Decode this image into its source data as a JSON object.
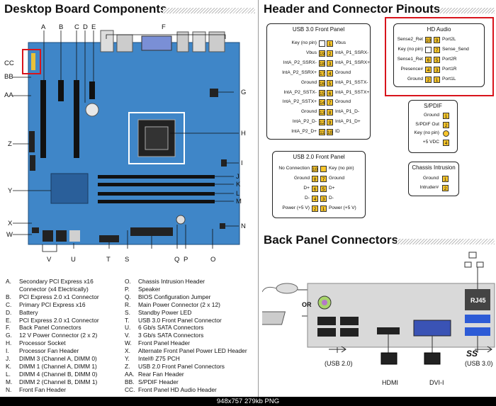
{
  "titles": {
    "desktop": "Desktop Board Components",
    "pinouts": "Header and Connector Pinouts",
    "back_panel": "Back Panel Connectors"
  },
  "board_letters": {
    "A": "A",
    "B": "B",
    "C": "C",
    "D": "D",
    "E": "E",
    "F": "F",
    "G": "G",
    "H": "H",
    "I": "I",
    "J": "J",
    "K": "K",
    "L": "L",
    "M": "M",
    "N": "N",
    "O": "O",
    "P": "P",
    "Q": "Q",
    "S": "S",
    "T": "T",
    "U": "U",
    "V": "V",
    "W": "W",
    "X": "X",
    "Y": "Y",
    "Z": "Z",
    "AA": "AA",
    "BB": "BB",
    "CC": "CC"
  },
  "legend_left": [
    {
      "k": "A.",
      "v": "Secondary PCI Express x16"
    },
    {
      "k": "",
      "v": "Connector (x4 Electrically)"
    },
    {
      "k": "B.",
      "v": "PCI Express 2.0 x1 Connector"
    },
    {
      "k": "C.",
      "v": "Primary PCI Express x16"
    },
    {
      "k": "D.",
      "v": "Battery"
    },
    {
      "k": "E.",
      "v": "PCI Express 2.0 x1 Connector"
    },
    {
      "k": "F.",
      "v": "Back Panel Connectors"
    },
    {
      "k": "G.",
      "v": "12 V Power Connector (2 x 2)"
    },
    {
      "k": "H.",
      "v": "Processor Socket"
    },
    {
      "k": "I.",
      "v": "Processor Fan Header"
    },
    {
      "k": "J.",
      "v": "DIMM 3 (Channel A, DIMM 0)"
    },
    {
      "k": "K.",
      "v": "DIMM 1 (Channel A, DIMM 1)"
    },
    {
      "k": "L.",
      "v": "DIMM 4 (Channel B, DIMM 0)"
    },
    {
      "k": "M.",
      "v": "DIMM 2 (Channel B, DIMM 1)"
    },
    {
      "k": "N.",
      "v": "Front Fan Header"
    }
  ],
  "legend_right": [
    {
      "k": "O.",
      "v": "Chassis Intrusion Header"
    },
    {
      "k": "P.",
      "v": "Speaker"
    },
    {
      "k": "Q.",
      "v": "BIOS Configuration Jumper"
    },
    {
      "k": "R.",
      "v": "Main Power Connector (2 x 12)"
    },
    {
      "k": "S.",
      "v": "Standby Power LED"
    },
    {
      "k": "T.",
      "v": "USB 3.0 Front Panel Connector"
    },
    {
      "k": "U.",
      "v": "6 Gb/s SATA Connectors"
    },
    {
      "k": "V.",
      "v": "3 Gb/s SATA Connectors"
    },
    {
      "k": "W.",
      "v": "Front Panel Header"
    },
    {
      "k": "X.",
      "v": "Alternate Front Panel Power LED Header"
    },
    {
      "k": "Y.",
      "v": "Intel® Z75 PCH"
    },
    {
      "k": "Z.",
      "v": "USB 2.0 Front Panel Connectors"
    },
    {
      "k": "AA.",
      "v": "Rear Fan Header"
    },
    {
      "k": "BB.",
      "v": "S/PDIF Header"
    },
    {
      "k": "CC.",
      "v": "Front Panel HD Audio Header"
    }
  ],
  "usb3": {
    "title": "USB 3.0 Front Panel",
    "left": [
      "Key (no pin)",
      "Vbus",
      "IntA_P2_SSRX-",
      "IntA_P2_SSRX+",
      "Ground",
      "IntA_P2_SSTX-",
      "IntA_P2_SSTX+",
      "Ground",
      "IntA_P2_D-",
      "IntA_P2_D+"
    ],
    "right": [
      "Vbus",
      "IntA_P1_SSRX-",
      "IntA_P1_SSRX+",
      "Ground",
      "IntA_P1_SSTX-",
      "IntA_P1_SSTX+",
      "Ground",
      "IntA_P1_D-",
      "IntA_P1_D+",
      "ID"
    ],
    "left_pins": [
      "",
      "19",
      "18",
      "17",
      "16",
      "15",
      "14",
      "13",
      "12",
      "11"
    ],
    "right_pins": [
      "1",
      "2",
      "3",
      "4",
      "5",
      "6",
      "7",
      "8",
      "9",
      "10"
    ]
  },
  "usb2": {
    "title": "USB 2.0 Front Panel",
    "left": [
      "No Connection",
      "Ground",
      "D+",
      "D-",
      "Power (+5 V)"
    ],
    "right": [
      "Key (no pin)",
      "Ground",
      "D+",
      "D-",
      "Power (+5 V)"
    ],
    "left_pins": [
      "10",
      "8",
      "6",
      "4",
      "2"
    ],
    "right_pins": [
      "",
      "7",
      "5",
      "3",
      "1"
    ]
  },
  "hdaudio": {
    "title": "HD Audio",
    "left": [
      "Sense2_Ret",
      "Key (no pin)",
      "Sense1_Ret",
      "Presence#",
      "Ground"
    ],
    "right": [
      "Port2L",
      "Sense_Send",
      "Port2R",
      "Port1R",
      "Port1L"
    ],
    "left_pins": [
      "10",
      "",
      "6",
      "4",
      "2"
    ],
    "right_pins": [
      "9",
      "7",
      "5",
      "3",
      "1"
    ]
  },
  "spdif": {
    "title": "S/PDIF",
    "labels": [
      "Ground",
      "S/PDIF Out",
      "Key (no pin)",
      "+5 VDC"
    ],
    "pins": [
      "1",
      "2",
      "",
      "4"
    ]
  },
  "chassis": {
    "title": "Chassis Intrusion",
    "labels": [
      "Ground",
      "Intruder#"
    ],
    "pins": [
      "1",
      "2"
    ]
  },
  "back_panel_labels": {
    "or": "OR",
    "rj45": "RJ45",
    "usb2": "(USB 2.0)",
    "hdmi": "HDMI",
    "dvi": "DVI-I",
    "usb3": "(USB 3.0)",
    "ss": "SS"
  },
  "footer": "948x757  279kb  PNG",
  "colors": {
    "board": "#3f86c8",
    "pin": "#f7c52b",
    "highlight": "#d8141c"
  }
}
